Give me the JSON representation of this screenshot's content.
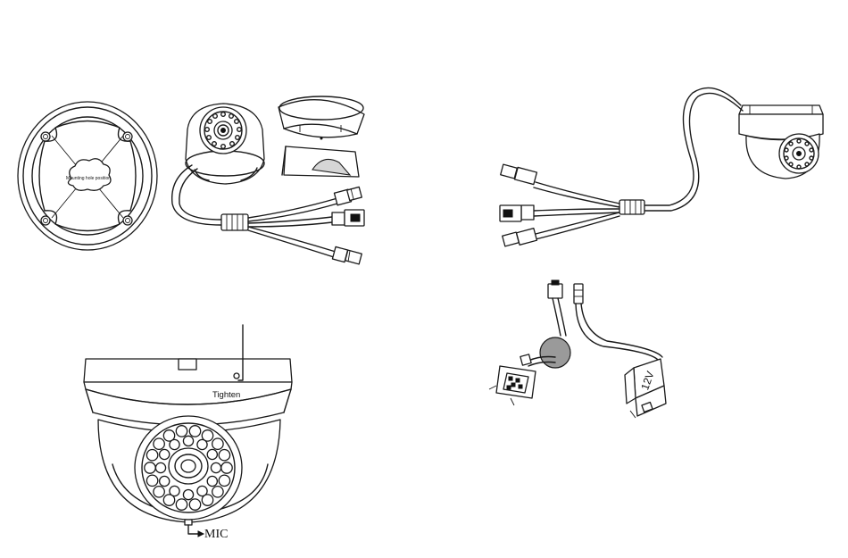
{
  "labels": {
    "mounting_hole": "Mounting hole position",
    "tighten": "Tighten",
    "mic": "MIC",
    "voltage": "12V"
  }
}
